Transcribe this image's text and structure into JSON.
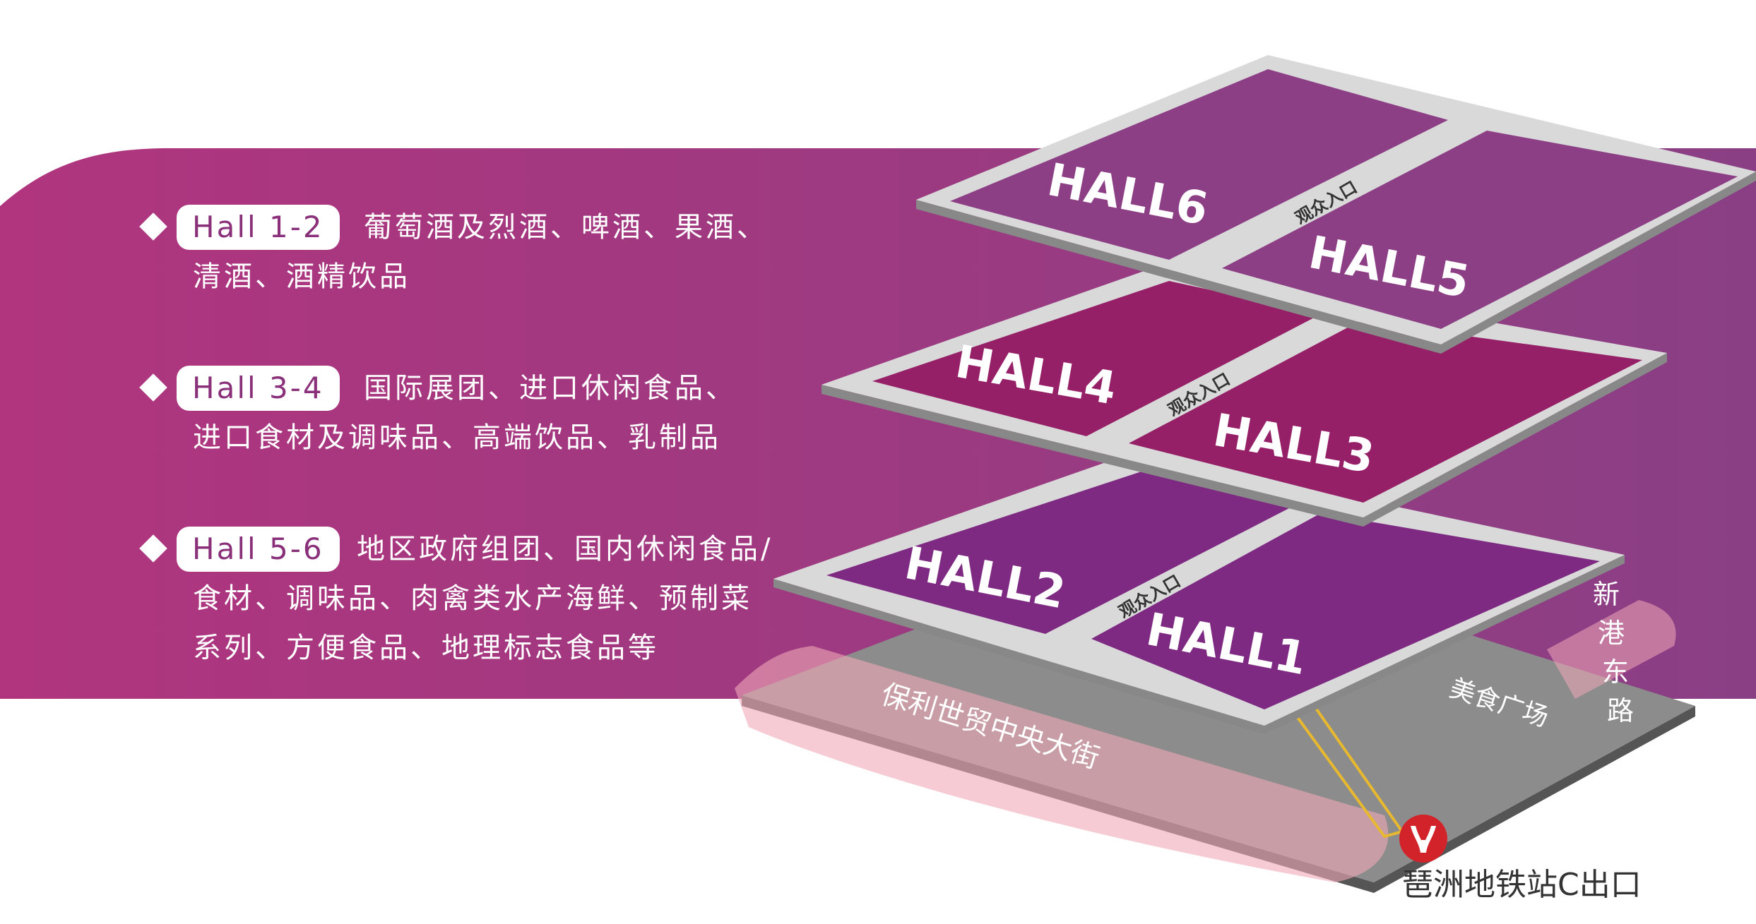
{
  "colors": {
    "band_left": "#b0357e",
    "band_right": "#8a3f84",
    "hall56_floor": "#8d3f86",
    "hall34_floor": "#952068",
    "hall12_floor": "#7e2a82",
    "walkway": "#d9d9d9",
    "ground": "#8c8c8c",
    "street_highlight": "#f0a8b8",
    "metro_red": "#d3232a",
    "metro_path": "#e8b92e"
  },
  "legend": [
    {
      "tag": "Hall 1-2",
      "lines": [
        "葡萄酒及烈酒、啤酒、果酒、",
        "清酒、酒精饮品"
      ]
    },
    {
      "tag": "Hall 3-4",
      "lines": [
        "国际展团、进口休闲食品、",
        "进口食材及调味品、高端饮品、乳制品"
      ]
    },
    {
      "tag": "Hall 5-6",
      "lines": [
        "地区政府组团、国内休闲食品/",
        "食材、调味品、肉禽类水产海鲜、预制菜",
        "系列、方便食品、地理标志食品等"
      ]
    }
  ],
  "map": {
    "halls": {
      "hall6": "HALL6",
      "hall5": "HALL5",
      "hall4": "HALL4",
      "hall3": "HALL3",
      "hall2": "HALL2",
      "hall1": "HALL1"
    },
    "entrance_label": "观众入口",
    "street_main": "保利世贸中央大街",
    "food_court": "美食广场",
    "road_east": "新港东路",
    "metro_exit": "琶洲地铁站C出口",
    "metro_icon": "metro-logo-icon"
  }
}
